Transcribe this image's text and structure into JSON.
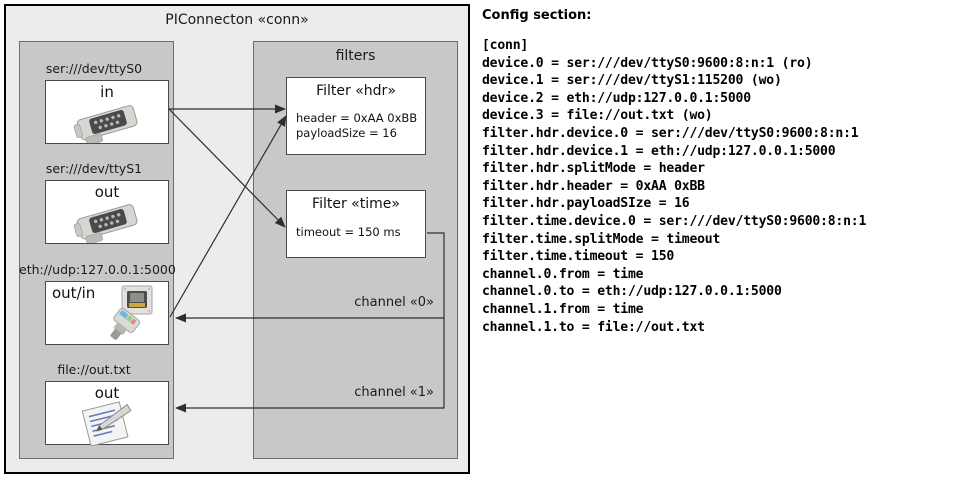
{
  "diagram": {
    "outer": {
      "title": "PIConnecton «conn»"
    },
    "groups": {
      "devices": {
        "title": ""
      },
      "filters": {
        "title": "filters"
      }
    },
    "devices": [
      {
        "label": "ser:///dev/ttyS0",
        "direction": "in",
        "icon": "serial-port-icon"
      },
      {
        "label": "ser:///dev/ttyS1",
        "direction": "out",
        "icon": "serial-port-icon"
      },
      {
        "label": "eth://udp:127.0.0.1:5000",
        "direction": "out/in",
        "icon": "ethernet-jack-icon"
      },
      {
        "label": "file://out.txt",
        "direction": "out",
        "icon": "text-file-icon"
      }
    ],
    "filters": [
      {
        "title": "Filter «hdr»",
        "attrs": [
          "header = 0xAA 0xBB",
          "payloadSize = 16"
        ]
      },
      {
        "title": "Filter «time»",
        "attrs": [
          "timeout = 150 ms"
        ]
      }
    ],
    "channels": [
      {
        "label": "channel «0»"
      },
      {
        "label": "channel «1»"
      }
    ]
  },
  "config": {
    "heading": "Config section:",
    "body": "[conn]\ndevice.0 = ser:///dev/ttyS0:9600:8:n:1 (ro)\ndevice.1 = ser:///dev/ttyS1:115200 (wo)\ndevice.2 = eth://udp:127.0.0.1:5000\ndevice.3 = file://out.txt (wo)\nfilter.hdr.device.0 = ser:///dev/ttyS0:9600:8:n:1\nfilter.hdr.device.1 = eth://udp:127.0.0.1:5000\nfilter.hdr.splitMode = header\nfilter.hdr.header = 0xAA 0xBB\nfilter.hdr.payloadSIze = 16\nfilter.time.device.0 = ser:///dev/ttyS0:9600:8:n:1\nfilter.time.splitMode = timeout\nfilter.time.timeout = 150\nchannel.0.from = time\nchannel.0.to = eth://udp:127.0.0.1:5000\nchannel.1.from = time\nchannel.1.to = file://out.txt"
  },
  "colors": {
    "canvas": "#ffffff",
    "outer_fill": "#ececec",
    "group_fill": "#c8c8c8",
    "box_fill": "#ffffff",
    "line": "#3c3c3c"
  }
}
